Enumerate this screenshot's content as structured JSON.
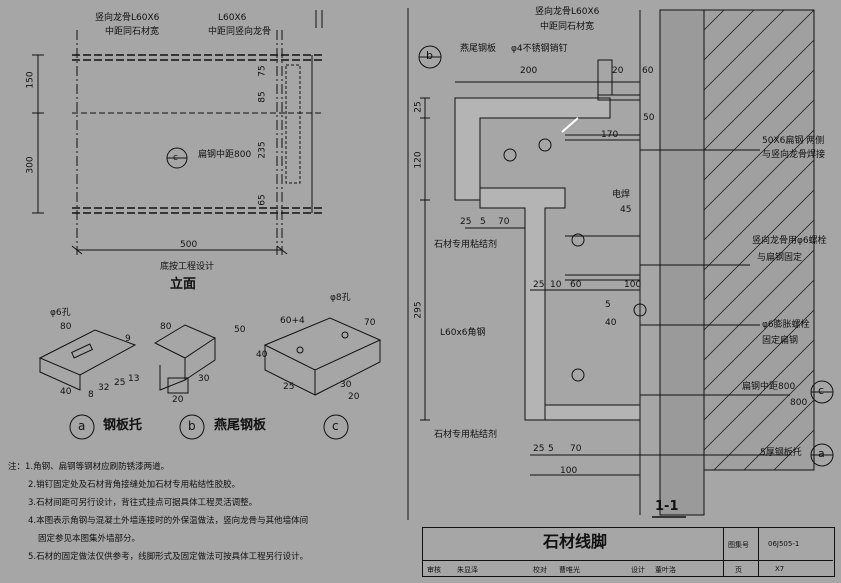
{
  "elevation": {
    "top_label_1": "竖向龙骨L60X6",
    "top_label_2": "中距同石材宽",
    "top_label_3": "L60X6",
    "top_label_4": "中距同竖向龙骨",
    "dim_150": "150",
    "dim_300": "300",
    "dim_75": "75",
    "dim_85": "85",
    "dim_235": "235",
    "dim_65": "65",
    "dim_500": "500",
    "center_note": "扁钢中距800",
    "bottom_note": "底按工程设计",
    "title": "立面",
    "marker_c": "c"
  },
  "parts": {
    "a_hole": "φ6孔",
    "a_dims": [
      "80",
      "9",
      "40",
      "8",
      "32",
      "25",
      "13"
    ],
    "b_dims": [
      "80",
      "50",
      "30",
      "20"
    ],
    "c_hole": "φ8孔",
    "c_dims": [
      "60+4",
      "70",
      "40",
      "25",
      "30",
      "20"
    ],
    "a_marker": "a",
    "a_name": "钢板托",
    "b_marker": "b",
    "b_name": "燕尾钢板",
    "c_marker": "c"
  },
  "section": {
    "marker_b": "b",
    "l1": "竖向龙骨L60X6",
    "l2": "中距同石材宽",
    "l3": "燕尾钢板",
    "l4": "φ4不锈钢销钉",
    "d200": "200",
    "d20a": "20",
    "d60a": "60",
    "d50": "50",
    "d170": "170",
    "d25a": "25",
    "d120": "120",
    "d45": "45",
    "d25b": "25",
    "d5": "5",
    "d70a": "70",
    "weld": "电焊",
    "glue1": "石材专用粘结剂",
    "d25c": "25",
    "d10": "10",
    "d60b": "60",
    "d100a": "100",
    "d295": "295",
    "d5b": "5",
    "d40": "40",
    "angle": "L60x6角钢",
    "glue2": "石材专用粘结剂",
    "d25d": "25",
    "d5c": "5",
    "d70b": "70",
    "d100b": "100",
    "r1": "50X6扁钢 两侧",
    "r2": "与竖向龙骨焊接",
    "r3": "竖向龙骨用φ6螺栓",
    "r4": "与扁钢固定",
    "r5": "φ6膨胀螺栓",
    "r6": "固定扁钢",
    "r7": "扁钢中距800",
    "r8": "800",
    "marker_c": "c",
    "r9": "5厚钢板托",
    "marker_a": "a",
    "title": "1-1"
  },
  "notes": [
    "注：1.角钢、扁钢等钢材应刷防锈漆两道。",
    "2.销钉固定处及石材背角接缝处加石材专用粘结性胶胶。",
    "3.石材间距可另行设计，背往式挂点可据具体工程灵活调整。",
    "4.本图表示角钢与混凝土外墙连接时的外保温做法，竖向龙骨与其他墙体间",
    "固定参见本图集外墙部分。",
    "5.石材的固定做法仅供参考，线脚形式及固定做法可按具体工程另行设计。"
  ],
  "title_block": {
    "title": "石材线脚",
    "atlas_label": "图集号",
    "atlas_no": "06J505-1",
    "page_label": "页",
    "page_no": "X7",
    "row": [
      "审核",
      "朱显泽",
      "校对",
      "曹唯光",
      "设计",
      "董叶洛"
    ]
  }
}
